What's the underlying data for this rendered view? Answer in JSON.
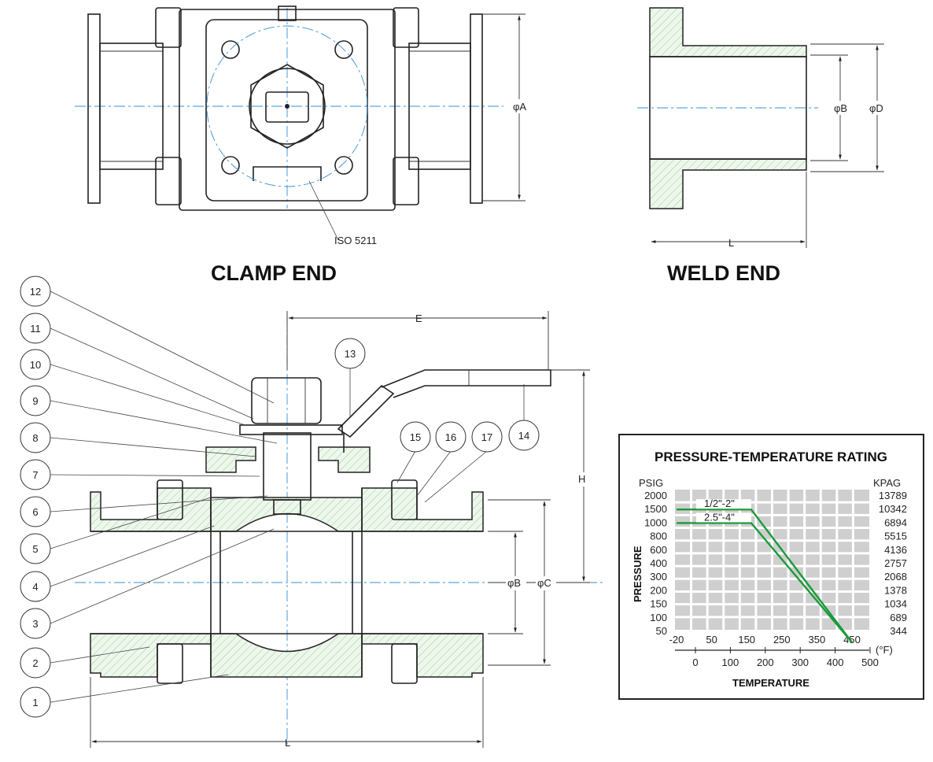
{
  "views": {
    "clamp_end_title": "CLAMP END",
    "weld_end_title": "WELD END",
    "iso_label": "ISO 5211"
  },
  "dimensions": {
    "phiA": "φA",
    "phiB_weld": "φB",
    "phiD": "φD",
    "L_weld": "L",
    "E": "E",
    "H": "H",
    "phiB": "φB",
    "phiC": "φC",
    "L": "L"
  },
  "parts": [
    "1",
    "2",
    "3",
    "4",
    "5",
    "6",
    "7",
    "8",
    "9",
    "10",
    "11",
    "12",
    "13",
    "14",
    "15",
    "16",
    "17"
  ],
  "rating": {
    "title": "PRESSURE-TEMPERATURE RATING",
    "left_unit": "PSIG",
    "right_unit": "KPAG",
    "y_axis_label": "PRESSURE",
    "x_axis_label": "TEMPERATURE",
    "temp_unit": "(°F)",
    "psig_ticks": [
      "2000",
      "1500",
      "1000",
      "800",
      "600",
      "400",
      "300",
      "200",
      "150",
      "100",
      "50"
    ],
    "kpag_ticks": [
      "13789",
      "10342",
      "6894",
      "5515",
      "4136",
      "2757",
      "2068",
      "1378",
      "1034",
      "689",
      "344"
    ],
    "celsius_ticks": [
      "-20",
      "50",
      "150",
      "250",
      "350",
      "450"
    ],
    "fahrenheit_ticks": [
      "0",
      "100",
      "200",
      "300",
      "400",
      "500"
    ],
    "line_color": "#1a9a3a",
    "grid_color": "#cfcfcf"
  },
  "chart_data": {
    "type": "line",
    "title": "PRESSURE-TEMPERATURE RATING",
    "xlabel": "TEMPERATURE",
    "ylabel": "PRESSURE",
    "series": [
      {
        "name": "1/2\"-2\"",
        "x": [
          -20,
          180,
          450
        ],
        "y": [
          1500,
          1500,
          50
        ]
      },
      {
        "name": "2.5\"-4\"",
        "x": [
          -20,
          180,
          450
        ],
        "y": [
          1000,
          1000,
          50
        ]
      }
    ]
  }
}
